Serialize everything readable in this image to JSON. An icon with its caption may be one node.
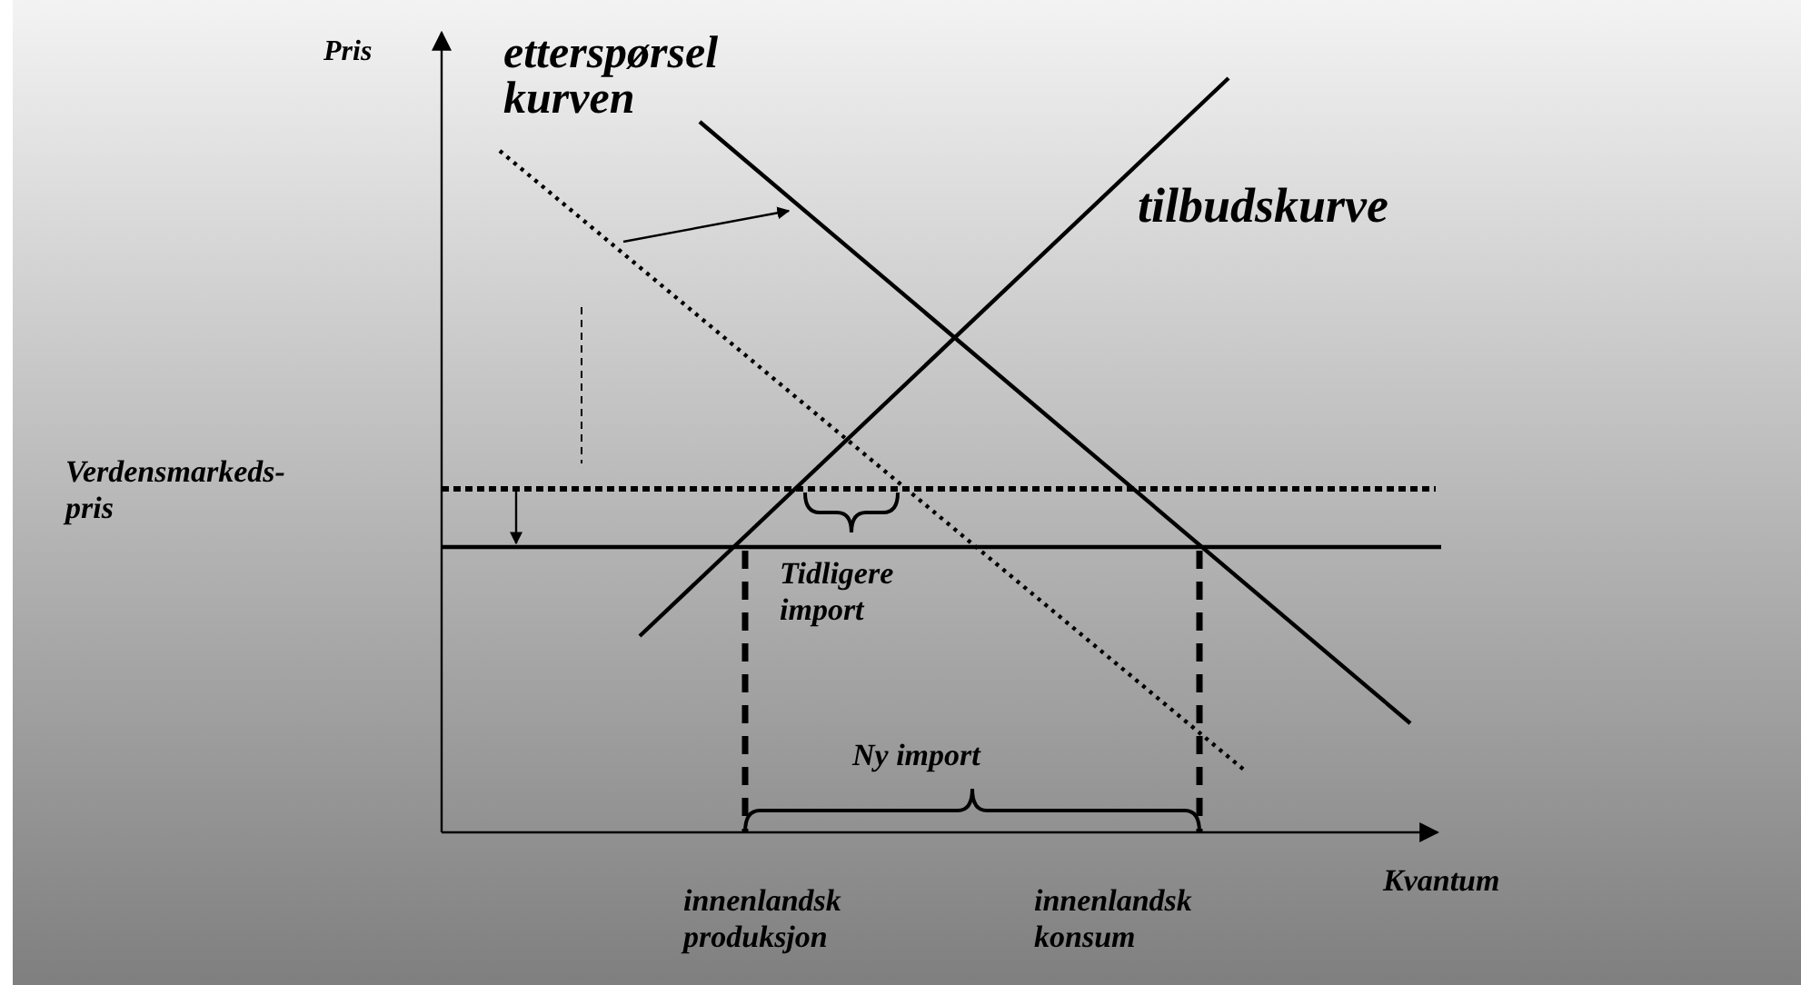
{
  "diagram": {
    "labels": [
      "Pris",
      "etterspørsel kurven",
      "tilbudskurve",
      "Verdensmarkeds-pris",
      "Tidligere import",
      "Ny import",
      "innenlandsk produksjon",
      "innenlandsk konsum",
      "Kvantum"
    ]
  }
}
